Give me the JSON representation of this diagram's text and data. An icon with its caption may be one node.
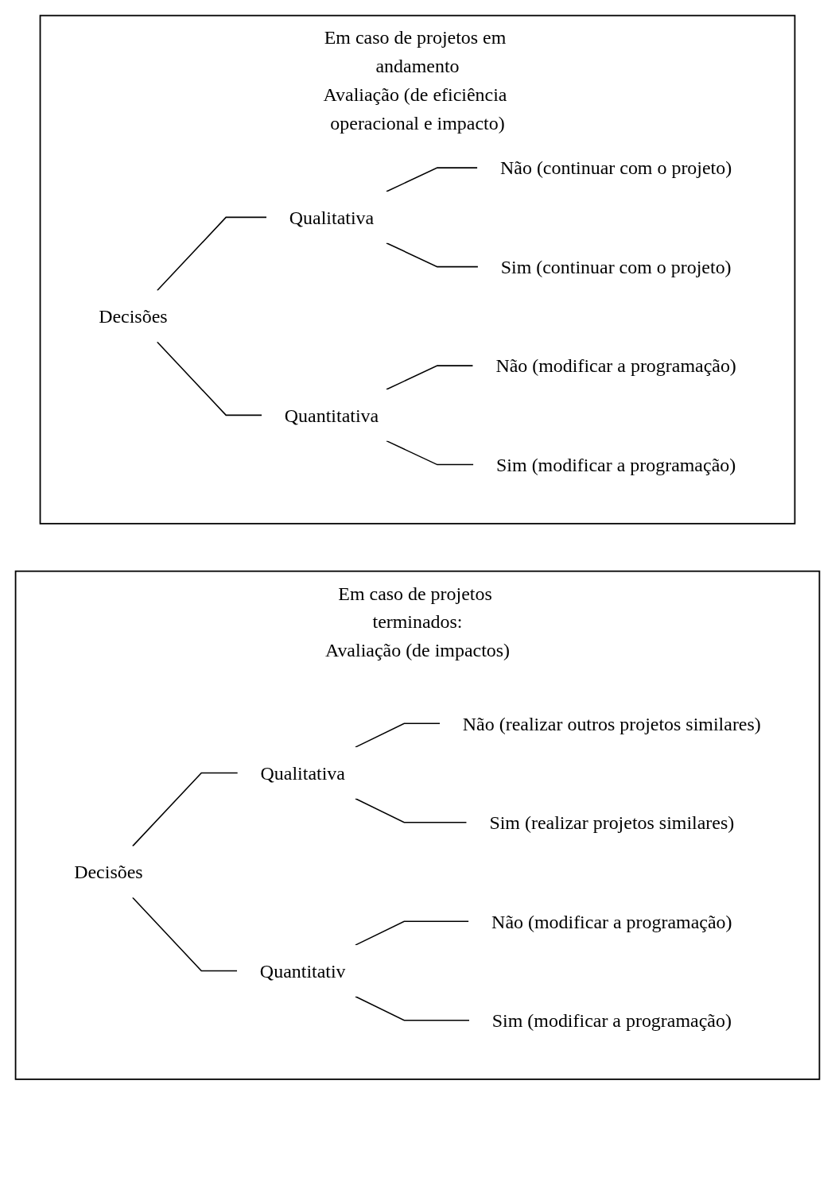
{
  "diagram": {
    "nodes": [
      {
        "text": [
          "Em caso de projetos em andamento",
          "Avaliação (de eficiência operacional e impacto)"
        ]
      },
      {
        "text": [
          "Decisões"
        ],
        "in": 0
      },
      {
        "text": [
          "Qualitativa"
        ],
        "in": 0
      },
      {
        "text": [
          "Quantitativa"
        ],
        "in": 0
      },
      {
        "text": [
          "Não (continuar com o projeto)"
        ],
        "in": 0
      },
      {
        "text": [
          "Sim (continuar com o projeto)"
        ],
        "in": 0
      },
      {
        "text": [
          "Não (modificar a programação)"
        ],
        "in": 0
      },
      {
        "text": [
          "Sim (modificar a programação)"
        ],
        "in": 0
      },
      {
        "text": [
          "Em caso de projetos terminados:",
          "Avaliação (de impactos)"
        ]
      },
      {
        "text": [
          "Decisões"
        ],
        "in": 8
      },
      {
        "text": [
          "Qualitativa"
        ],
        "in": 8
      },
      {
        "text": [
          "Quantitativ"
        ],
        "in": 8
      },
      {
        "text": [
          "Não (realizar outros projetos similares)"
        ],
        "in": 8
      },
      {
        "text": [
          "Sim (realizar projetos similares)"
        ],
        "in": 8
      },
      {
        "text": [
          "Não (modificar a programação)"
        ],
        "in": 8
      },
      {
        "text": [
          "Sim (modificar a programação)"
        ],
        "in": 8
      }
    ],
    "edges": [
      {
        "from": 1,
        "to": 2,
        "arrow": "none"
      },
      {
        "from": 1,
        "to": 3,
        "arrow": "none"
      },
      {
        "from": 2,
        "to": 4,
        "arrow": "none"
      },
      {
        "from": 2,
        "to": 5,
        "arrow": "none"
      },
      {
        "from": 3,
        "to": 6,
        "arrow": "none"
      },
      {
        "from": 3,
        "to": 7,
        "arrow": "none"
      },
      {
        "from": 9,
        "to": 10,
        "arrow": "none"
      },
      {
        "from": 9,
        "to": 11,
        "arrow": "none"
      },
      {
        "from": 10,
        "to": 12,
        "arrow": "none"
      },
      {
        "from": 10,
        "to": 13,
        "arrow": "none"
      },
      {
        "from": 11,
        "to": 14,
        "arrow": "none"
      },
      {
        "from": 11,
        "to": 15,
        "arrow": "none"
      }
    ]
  }
}
